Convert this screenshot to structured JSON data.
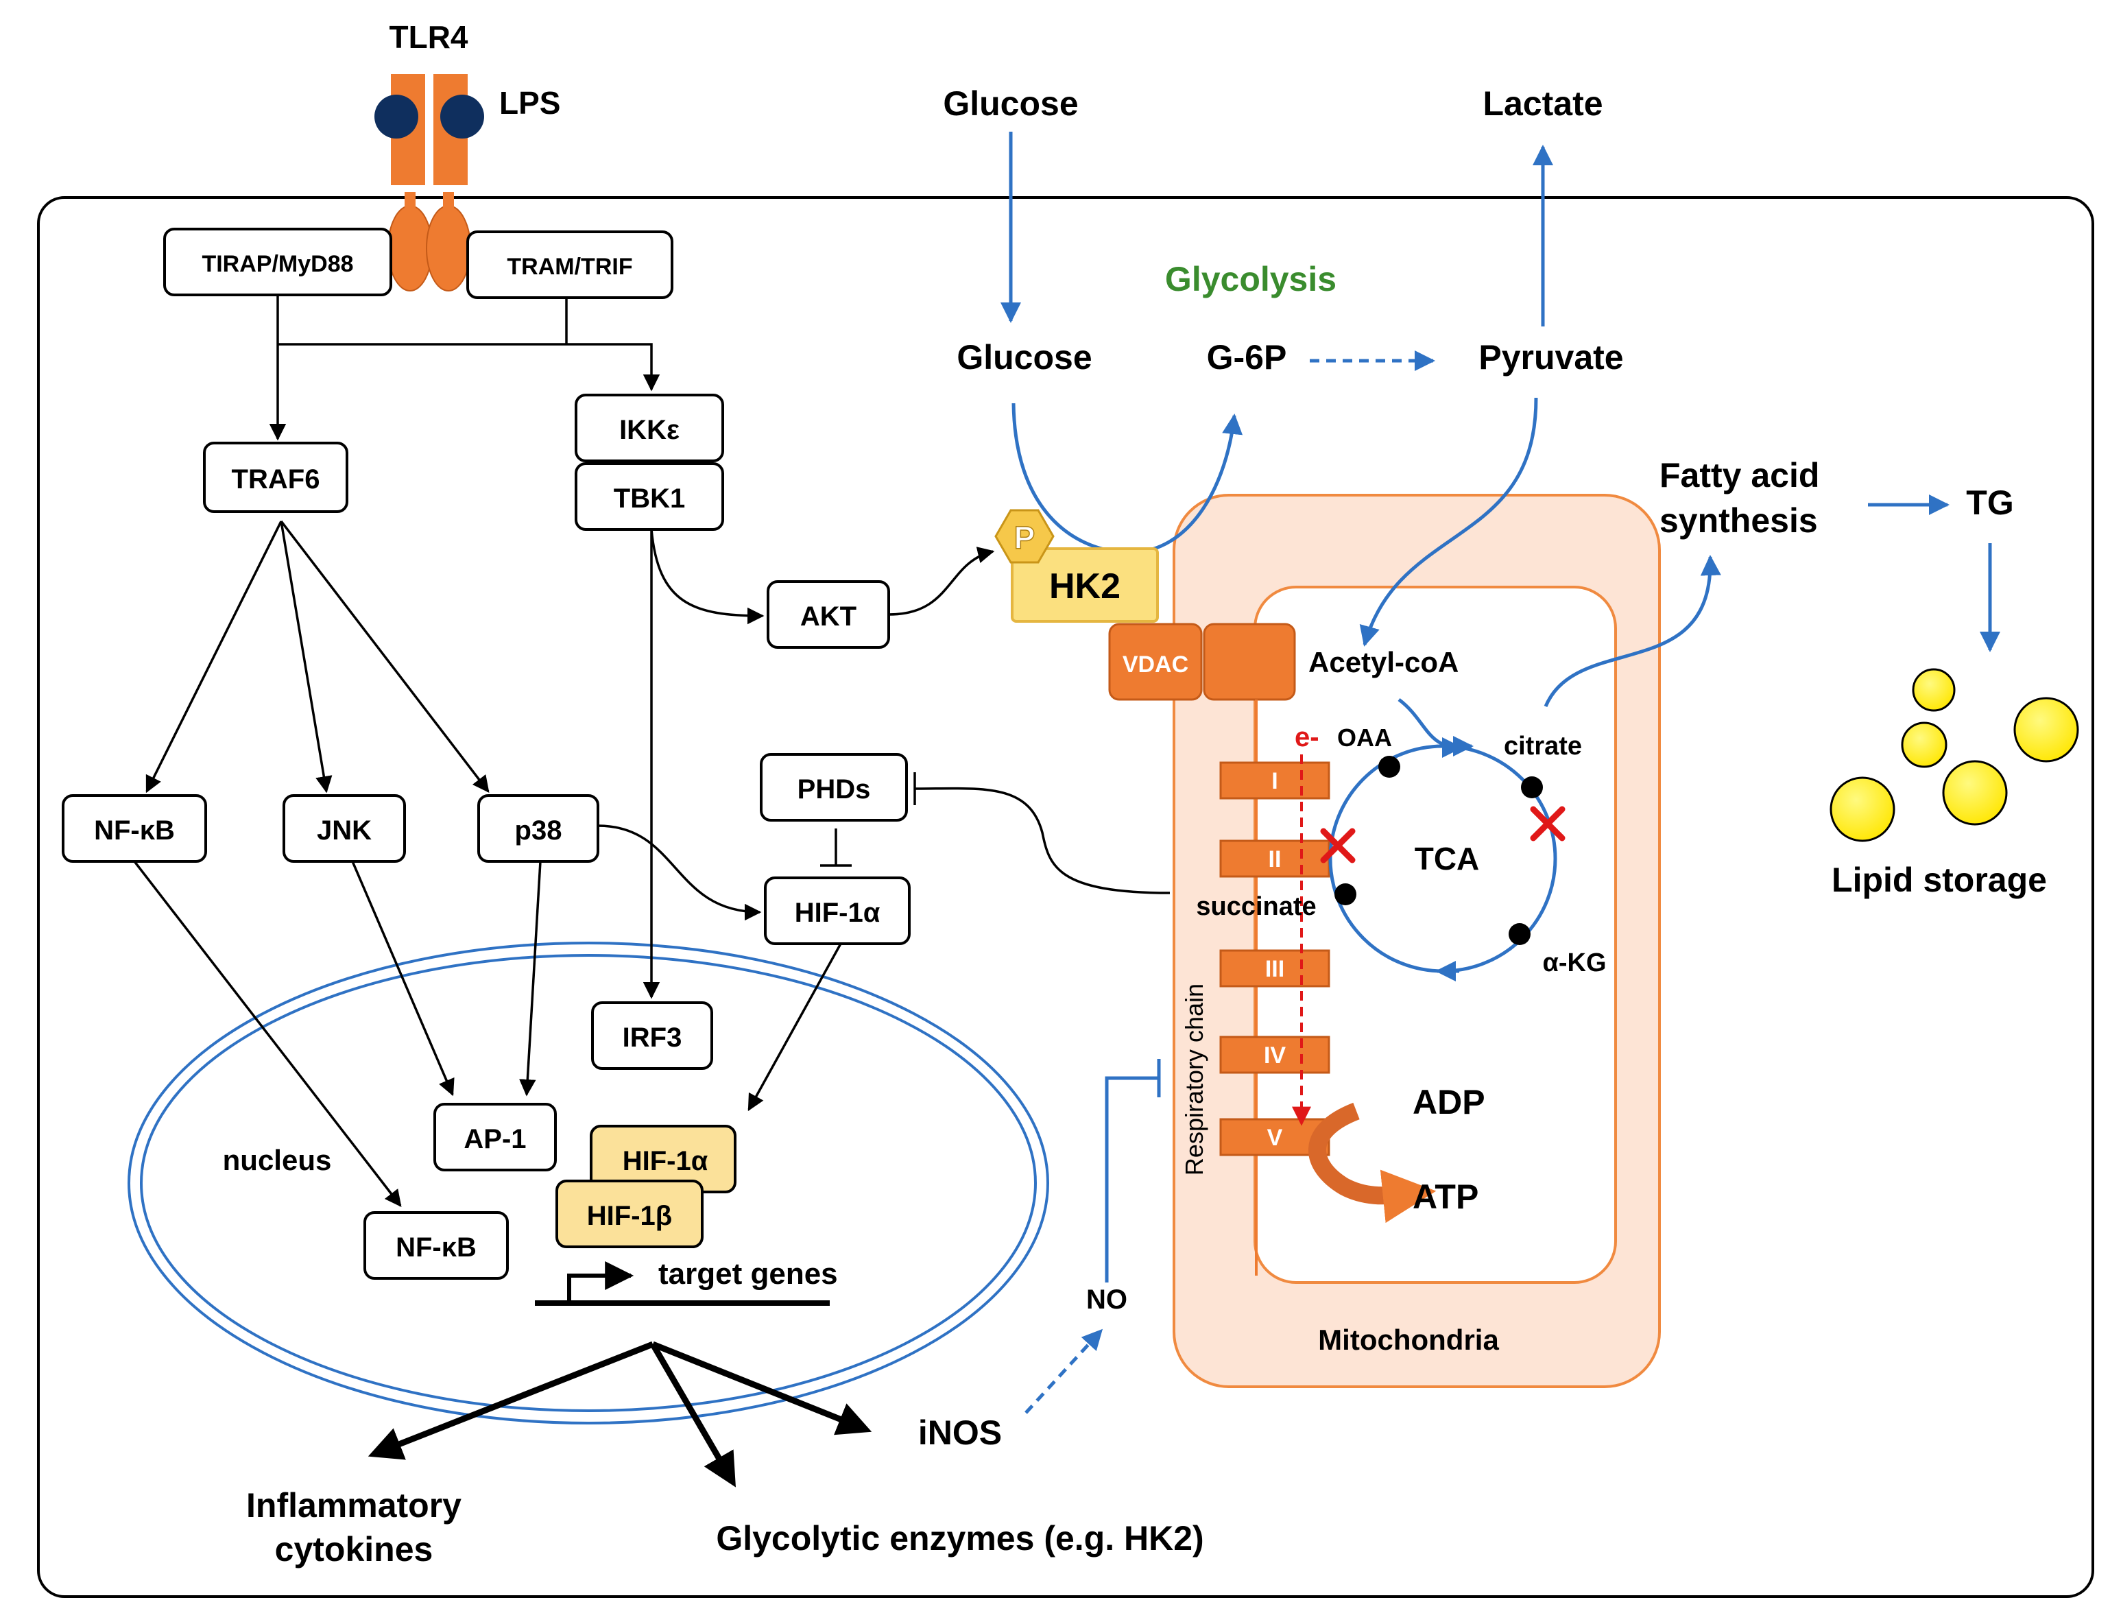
{
  "receptor": {
    "tlr4": "TLR4",
    "lps": "LPS"
  },
  "adaptors": {
    "tirap": "TIRAP/MyD88",
    "tram": "TRAM/TRIF"
  },
  "signaling": {
    "traf6": "TRAF6",
    "ikke": "IKKε",
    "tbk1": "TBK1",
    "akt": "AKT",
    "nfkb": "NF-κB",
    "jnk": "JNK",
    "p38": "p38",
    "phds": "PHDs",
    "hif1a": "HIF-1α",
    "irf3": "IRF3"
  },
  "nucleus": {
    "label": "nucleus",
    "ap1": "AP-1",
    "nfkb": "NF-κB",
    "hif1a": "HIF-1α",
    "hif1b": "HIF-1β",
    "target_genes": "target genes"
  },
  "outputs": {
    "cytokines_line1": "Inflammatory",
    "cytokines_line2": "cytokines",
    "glycolytic": "Glycolytic enzymes (e.g. HK2)",
    "inos": "iNOS",
    "no": "NO"
  },
  "glycolysis": {
    "title": "Glycolysis",
    "glucose_out": "Glucose",
    "glucose_in": "Glucose",
    "g6p": "G-6P",
    "pyruvate": "Pyruvate",
    "lactate": "Lactate",
    "hk2": "HK2",
    "p": "P"
  },
  "mito": {
    "label": "Mitochondria",
    "vdac": "VDAC",
    "acetyl": "Acetyl-coA",
    "oaa": "OAA",
    "citrate": "citrate",
    "tca": "TCA",
    "succinate": "succinate",
    "akg": "α-KG",
    "electron": "e-",
    "resp_chain": "Respiratory chain",
    "complex": [
      "I",
      "II",
      "III",
      "IV",
      "V"
    ],
    "adp": "ADP",
    "atp": "ATP"
  },
  "lipid": {
    "fatty_line1": "Fatty acid",
    "fatty_line2": "synthesis",
    "tg": "TG",
    "storage": "Lipid storage"
  },
  "colors": {
    "blue_arrow": "#2f72c4",
    "orange": "#ee7b30",
    "glycolysis_green": "#3a8c2e",
    "hk2_yellow": "#fbe07f",
    "lipid_yellow": "#ffee00",
    "nucleus_blue": "#2f72c4",
    "mito_fill": "#fde4d5",
    "electron_red": "#e01818"
  }
}
